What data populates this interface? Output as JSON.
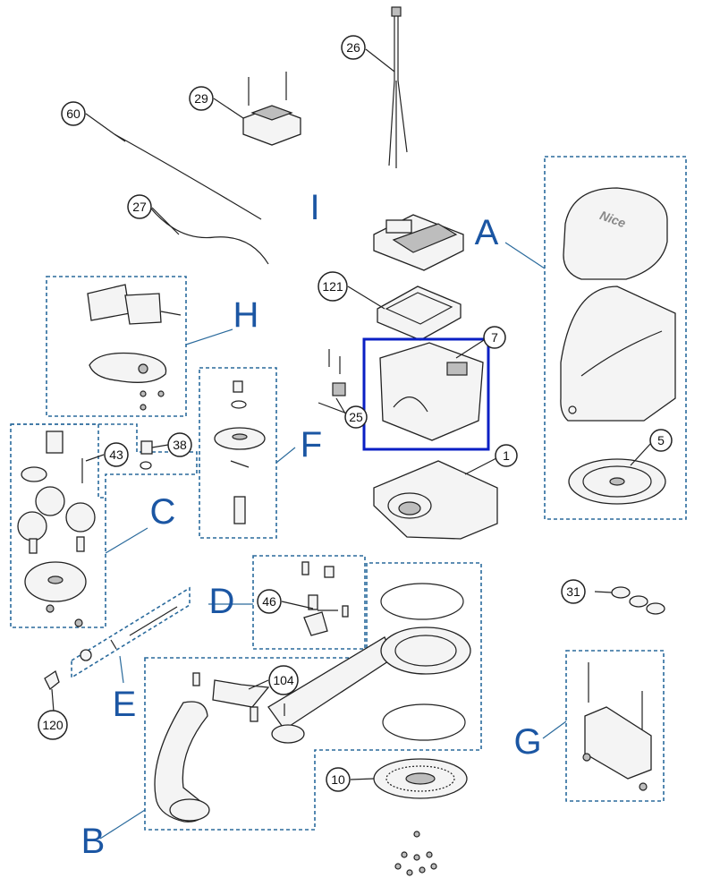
{
  "diagram": {
    "brand_logo": "Nice",
    "callouts": [
      {
        "id": "c60",
        "label": "60"
      },
      {
        "id": "c29",
        "label": "29"
      },
      {
        "id": "c26",
        "label": "26"
      },
      {
        "id": "c27",
        "label": "27"
      },
      {
        "id": "c121",
        "label": "121"
      },
      {
        "id": "c7",
        "label": "7"
      },
      {
        "id": "c25",
        "label": "25"
      },
      {
        "id": "c1",
        "label": "1"
      },
      {
        "id": "c5",
        "label": "5"
      },
      {
        "id": "c43",
        "label": "43"
      },
      {
        "id": "c38",
        "label": "38"
      },
      {
        "id": "c46",
        "label": "46"
      },
      {
        "id": "c104",
        "label": "104"
      },
      {
        "id": "c31",
        "label": "31"
      },
      {
        "id": "c10",
        "label": "10"
      },
      {
        "id": "c120",
        "label": "120"
      }
    ],
    "groups": [
      {
        "id": "gA",
        "label": "A"
      },
      {
        "id": "gB",
        "label": "B"
      },
      {
        "id": "gC",
        "label": "C"
      },
      {
        "id": "gD",
        "label": "D"
      },
      {
        "id": "gE",
        "label": "E"
      },
      {
        "id": "gF",
        "label": "F"
      },
      {
        "id": "gG",
        "label": "G"
      },
      {
        "id": "gH",
        "label": "H"
      },
      {
        "id": "gI",
        "label": "I"
      }
    ],
    "colors": {
      "group_outline": "#2a6a9c",
      "group_letter": "#1b56a3",
      "highlight_box": "#0a1fc4",
      "line_art": "#222222"
    }
  }
}
